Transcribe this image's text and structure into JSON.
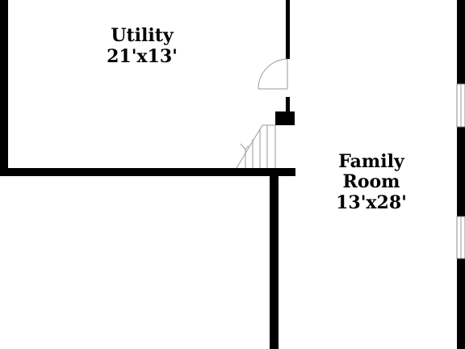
{
  "rooms": [
    {
      "name": "Utility",
      "dimensions": "21'x13'"
    },
    {
      "name_line1": "Family",
      "name_line2": "Room",
      "dimensions": "13'x28'"
    }
  ],
  "colors": {
    "wall": "#000000",
    "background": "#ffffff",
    "fixture_line": "#9a9a9a"
  }
}
